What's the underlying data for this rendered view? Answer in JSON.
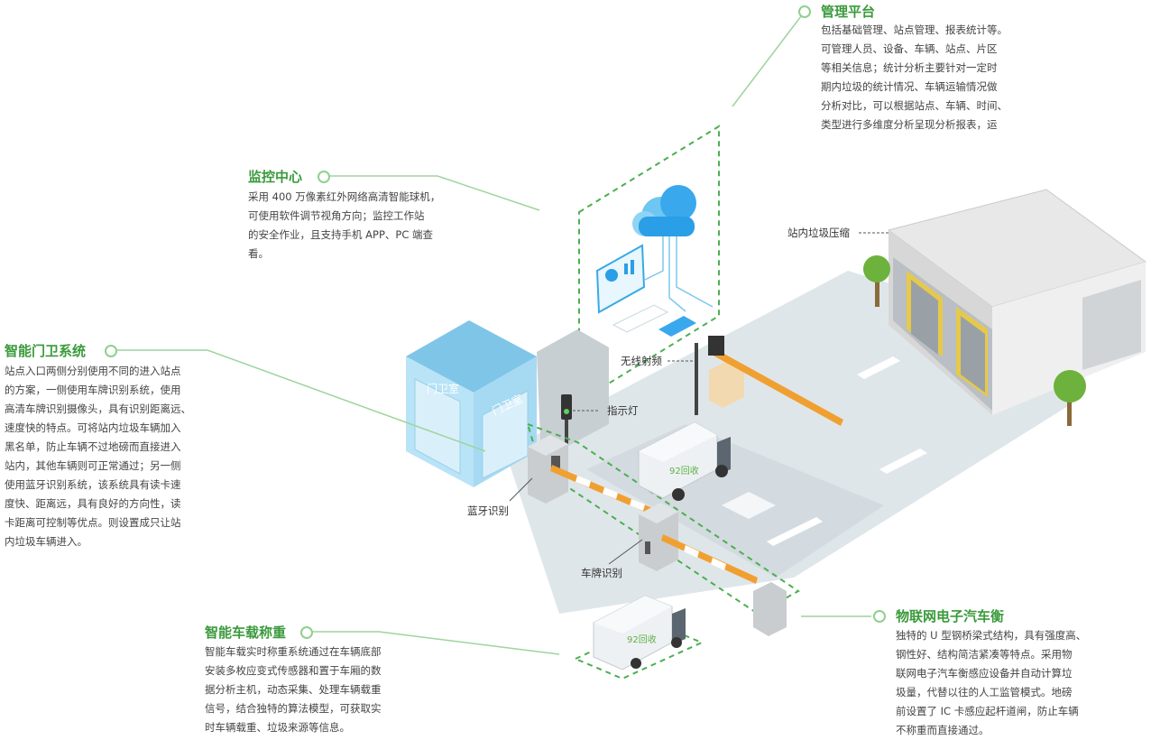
{
  "mgmt": {
    "title": "管理平台",
    "lines": [
      "包括基础管理、站点管理、报表统计等。",
      "可管理人员、设备、车辆、站点、片区",
      "等相关信息；统计分析主要针对一定时",
      "期内垃圾的统计情况、车辆运输情况做",
      "分析对比，可以根据站点、车辆、时间、",
      "类型进行多维度分析呈现分析报表，运"
    ]
  },
  "monitor": {
    "title": "监控中心",
    "lines": [
      "采用 400 万像素红外网络高清智能球机，",
      "可使用软件调节视角方向；监控工作站",
      "的安全作业，且支持手机 APP、PC 端查",
      "看。"
    ]
  },
  "gate": {
    "title": "智能门卫系统",
    "lines": [
      "站点入口两侧分别使用不同的进入站点",
      "的方案，一侧使用车牌识别系统，使用",
      "高清车牌识别摄像头，具有识别距离远、",
      "速度快的特点。可将站内垃圾车辆加入",
      "黑名单，防止车辆不过地磅而直接进入",
      "站内，其他车辆则可正常通过；另一侧",
      "使用蓝牙识别系统，该系统具有读卡速",
      "度快、距离远，具有良好的方向性，读",
      "卡距离可控制等优点。则设置成只让站",
      "内垃圾车辆进入。"
    ]
  },
  "weigh": {
    "title": "智能车载称重",
    "lines": [
      "智能车载实时称重系统通过在车辆底部",
      "安装多枚应变式传感器和置于车厢的数",
      "据分析主机，动态采集、处理车辆载重",
      "信号，结合独特的算法模型，可获取实",
      "时车辆载重、垃圾来源等信息。"
    ]
  },
  "scale": {
    "title": "物联网电子汽车衡",
    "lines": [
      "独特的 U 型钢桥梁式结构，具有强度高、",
      "钢性好、结构简洁紧凑等特点。采用物",
      "联网电子汽车衡感应设备并自动计算垃",
      "圾量，代替以往的人工监管模式。地磅",
      "前设置了 IC 卡感应起杆道闸，防止车辆",
      "不称重而直接通过。"
    ]
  },
  "labels": {
    "compress": "站内垃圾压缩",
    "wireless": "无线射频",
    "indicator": "指示灯",
    "bluetooth": "蓝牙识别",
    "plate": "车牌识别",
    "guardroom": "门卫室",
    "truck_brand": "92回收"
  },
  "colors": {
    "title": "#3a9a3c",
    "connector": "#9fd49f",
    "dashed": "#4caf50",
    "road": "#dfe6ea",
    "guardroom": "#a6daf2",
    "barrier": "#f0a030",
    "cloud": "#2aa0e8"
  }
}
